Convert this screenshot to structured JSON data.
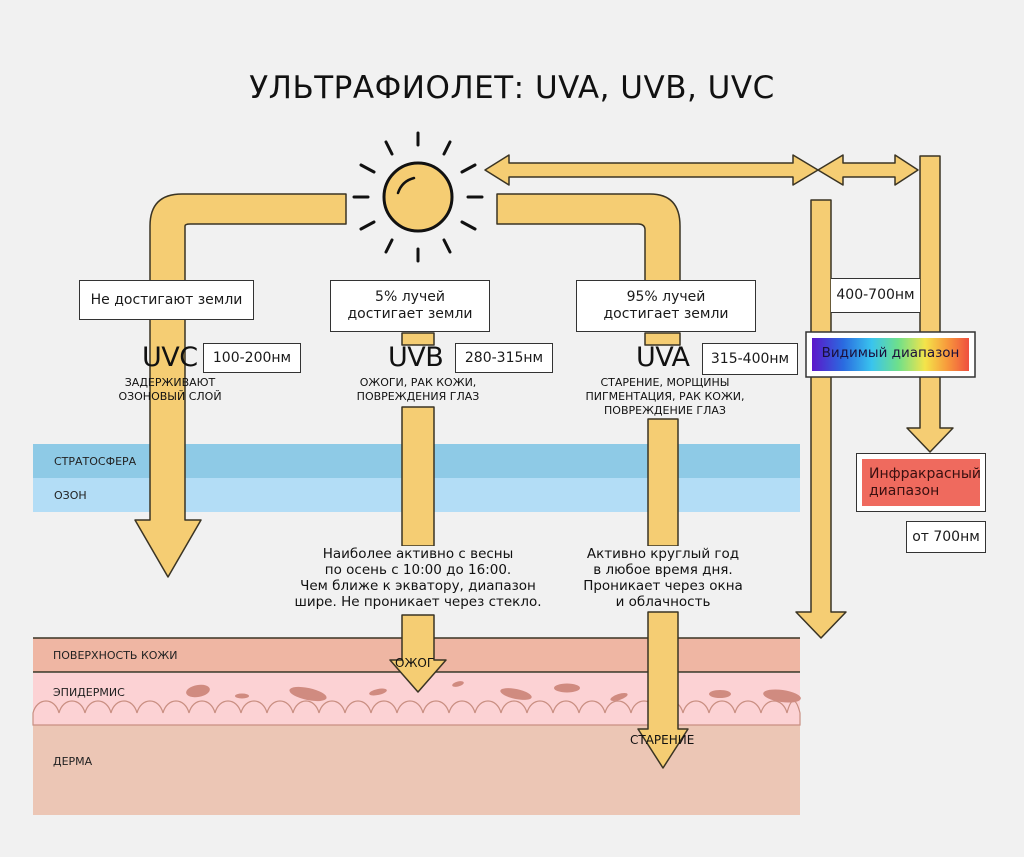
{
  "title": "УЛЬТРАФИОЛЕТ: UVA, UVB, UVC",
  "colors": {
    "background": "#f1f1f1",
    "beam": "#f5cd73",
    "outline": "#3a3424",
    "stratosphere": "#8ecae6",
    "ozone": "#b3ddf6",
    "skin_surface": "#efb6a3",
    "epidermis": "#fcd2d4",
    "dermis": "#ecc6b5",
    "cells": "#d08b80",
    "infrared": "#ef6a5e"
  },
  "bands": {
    "uvc": {
      "reach": "Не достигают земли",
      "name": "UVC",
      "range": "100-200нм",
      "effect_line1": "ЗАДЕРЖИВАЮТ",
      "effect_line2": "ОЗОНОВЫЙ СЛОЙ"
    },
    "uvb": {
      "reach_line1": "5% лучей",
      "reach_line2": "достигает земли",
      "name": "UVB",
      "range": "280-315нм",
      "effect_line1": "ОЖОГИ, РАК КОЖИ,",
      "effect_line2": "ПОВРЕЖДЕНИЯ ГЛАЗ",
      "note_line1": "Наиболее активно с весны",
      "note_line2": "по осень с 10:00 до 16:00.",
      "note_line3": "Чем ближе к экватору, диапазон",
      "note_line4": "шире. Не проникает через стекло.",
      "skin_result": "ОЖОГ"
    },
    "uva": {
      "reach_line1": "95% лучей",
      "reach_line2": "достигает земли",
      "name": "UVA",
      "range": "315-400нм",
      "effect_line1": "СТАРЕНИЕ, МОРЩИНЫ",
      "effect_line2": "ПИГМЕНТАЦИЯ, РАК КОЖИ,",
      "effect_line3": "ПОВРЕЖДЕНИЕ ГЛАЗ",
      "note_line1": "Активно круглый год",
      "note_line2": "в любое время дня.",
      "note_line3": "Проникает через окна",
      "note_line4": "и облачность",
      "skin_result": "СТАРЕНИЕ"
    },
    "visible": {
      "range": "400-700нм",
      "label": "Видимый диапазон"
    },
    "infrared": {
      "label_line1": "Инфракрасный",
      "label_line2": "диапазон",
      "range": "от 700нм"
    }
  },
  "atmosphere": {
    "stratosphere": "СТРАТОСФЕРА",
    "ozone": "ОЗОН"
  },
  "skin": {
    "surface": "ПОВЕРХНОСТЬ КОЖИ",
    "epidermis": "ЭПИДЕРМИС",
    "dermis": "ДЕРМА"
  },
  "icons": {
    "sun": "sun-icon"
  }
}
